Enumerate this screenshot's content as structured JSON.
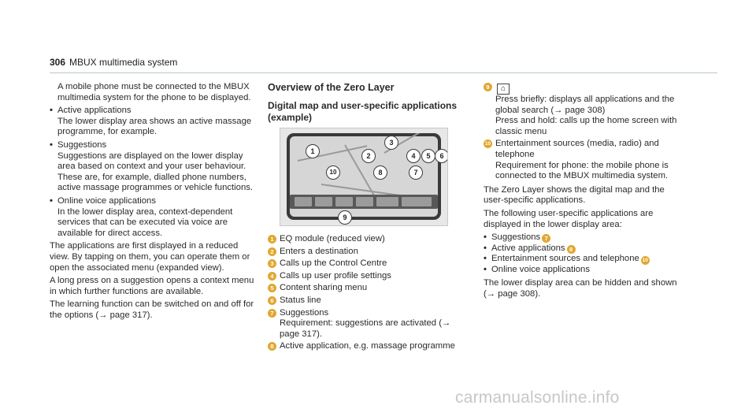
{
  "header": {
    "page_number": "306",
    "title": "MBUX multimedia system"
  },
  "col1": {
    "intro": "A mobile phone must be connected to the MBUX multimedia system for the phone to be displayed.",
    "bullets": [
      {
        "title": "Active applications",
        "text": "The lower display area shows an active massage programme, for example."
      },
      {
        "title": "Suggestions",
        "text": "Suggestions are displayed on the lower display area based on context and your user behaviour. These are, for example, dialled phone numbers, active massage programmes or vehicle functions."
      },
      {
        "title": "Online voice applications",
        "text": "In the lower display area, context-dependent services that can be executed via voice are available for direct access."
      }
    ],
    "paras": [
      "The applications are first displayed in a reduced view. By tapping on them, you can operate them or open the associated menu (expanded view).",
      "A long press on a suggestion opens a context menu in which further functions are available.",
      "The learning function can be switched on and off for the options (→ page 317)."
    ]
  },
  "col2": {
    "heading": "Overview of the Zero Layer",
    "subheading": "Digital map and user-specific applications (example)",
    "items": [
      {
        "n": "1",
        "text": "EQ module (reduced view)"
      },
      {
        "n": "2",
        "text": "Enters a destination"
      },
      {
        "n": "3",
        "text": "Calls up the Control Centre"
      },
      {
        "n": "4",
        "text": "Calls up user profile settings"
      },
      {
        "n": "5",
        "text": "Content sharing menu"
      },
      {
        "n": "6",
        "text": "Status line"
      },
      {
        "n": "7",
        "text": "Suggestions"
      },
      {
        "n": "8",
        "text": "Active application, e.g. massage programme"
      }
    ],
    "item7_detail": "Requirement: suggestions are activated (→ page 317)."
  },
  "col3": {
    "item9": {
      "n": "9",
      "icon_glyph": "⌂",
      "line1": "Press briefly: displays all applications and the global search (→ page 308)",
      "line2": "Press and hold: calls up the home screen with classic menu"
    },
    "item10": {
      "n": "10",
      "line1": "Entertainment sources (media, radio) and telephone",
      "line2": "Requirement for phone: the mobile phone is connected to the MBUX multimedia system."
    },
    "para1": "The Zero Layer shows the digital map and the user-specific applications.",
    "para2": "The following user-specific applications are displayed in the lower display area:",
    "bullets": [
      {
        "text": "Suggestions",
        "badge": "7"
      },
      {
        "text": "Active applications",
        "badge": "8"
      },
      {
        "text": "Entertainment sources and telephone",
        "badge": "10"
      },
      {
        "text": "Online voice applications",
        "badge": ""
      }
    ],
    "para3": "The lower display area can be hidden and shown (→ page 308)."
  },
  "figure_callouts": [
    "1",
    "2",
    "3",
    "4",
    "5",
    "6",
    "7",
    "8",
    "9",
    "10"
  ],
  "watermark": "carmanualsonline.info",
  "colors": {
    "badge": "#e0a830",
    "rule": "#b8c6cc"
  }
}
